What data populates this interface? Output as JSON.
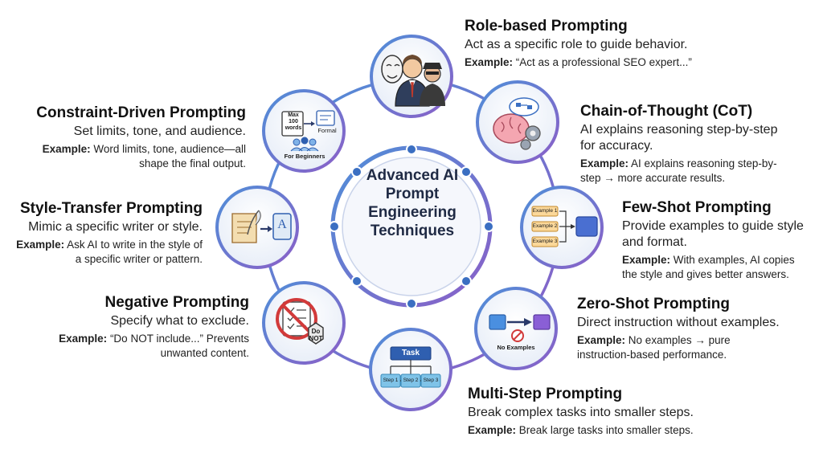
{
  "center": {
    "line1": "Advanced AI",
    "line2": "Prompt",
    "line3": "Engineering",
    "line4": "Techniques"
  },
  "example_label": "Example:",
  "techniques": [
    {
      "title": "Role-based Prompting",
      "desc": [
        "Act as a specific role to guide behavior."
      ],
      "example": [
        "“Act as a professional SEO expert...”"
      ]
    },
    {
      "title": "Chain-of-Thought (CoT)",
      "desc": [
        "AI explains reasoning step-by-step",
        "for accuracy."
      ],
      "example": [
        "AI explains reasoning step-by-",
        "step → more accurate results."
      ]
    },
    {
      "title": "Few-Shot Prompting",
      "desc": [
        "Provide examples to guide style",
        "and format."
      ],
      "example": [
        "With examples, AI copies",
        "the style and gives better answers."
      ]
    },
    {
      "title": "Zero-Shot Prompting",
      "desc": [
        "Direct instruction without examples."
      ],
      "example": [
        "No examples → pure",
        "instruction-based performance."
      ]
    },
    {
      "title": "Multi-Step Prompting",
      "desc": [
        "Break complex tasks into smaller steps."
      ],
      "example": [
        "Break large tasks into smaller steps."
      ]
    },
    {
      "title": "Negative Prompting",
      "desc": [
        "Specify what to exclude."
      ],
      "example": [
        "“Do NOT include...” Prevents",
        "unwanted content."
      ]
    },
    {
      "title": "Style-Transfer Prompting",
      "desc": [
        "Mimic a specific writer or style."
      ],
      "example": [
        "Ask AI to write in the style of",
        "a specific writer or pattern."
      ]
    },
    {
      "title": "Constraint-Driven Prompting",
      "desc": [
        "Set limits, tone, and audience."
      ],
      "example": [
        "Word limits, tone, audience—all",
        "shape the final output."
      ]
    }
  ],
  "icons": {
    "constraint": {
      "box": "Max 100 words",
      "line1": "Max",
      "line2": "100",
      "line3": "words",
      "formal": "Formal",
      "audience": "For Beginners"
    },
    "fewshot": {
      "ex1": "Example 1",
      "ex2": "Example 2",
      "ex3": "Example 3"
    },
    "zeroshot": {
      "caption": "No Examples"
    },
    "multistep": {
      "task": "Task",
      "s1": "Step 1",
      "s2": "Step 2",
      "s3": "Step 3"
    },
    "negative": {
      "stamp1": "Do",
      "stamp2": "NOT"
    },
    "styletransfer": {
      "glyph": "A"
    }
  },
  "colors": {
    "ring": "#6a7bc4",
    "ring_outer": "#8b6cc9",
    "node_fill": "#eef3fb",
    "text": "#1a1a1a"
  }
}
